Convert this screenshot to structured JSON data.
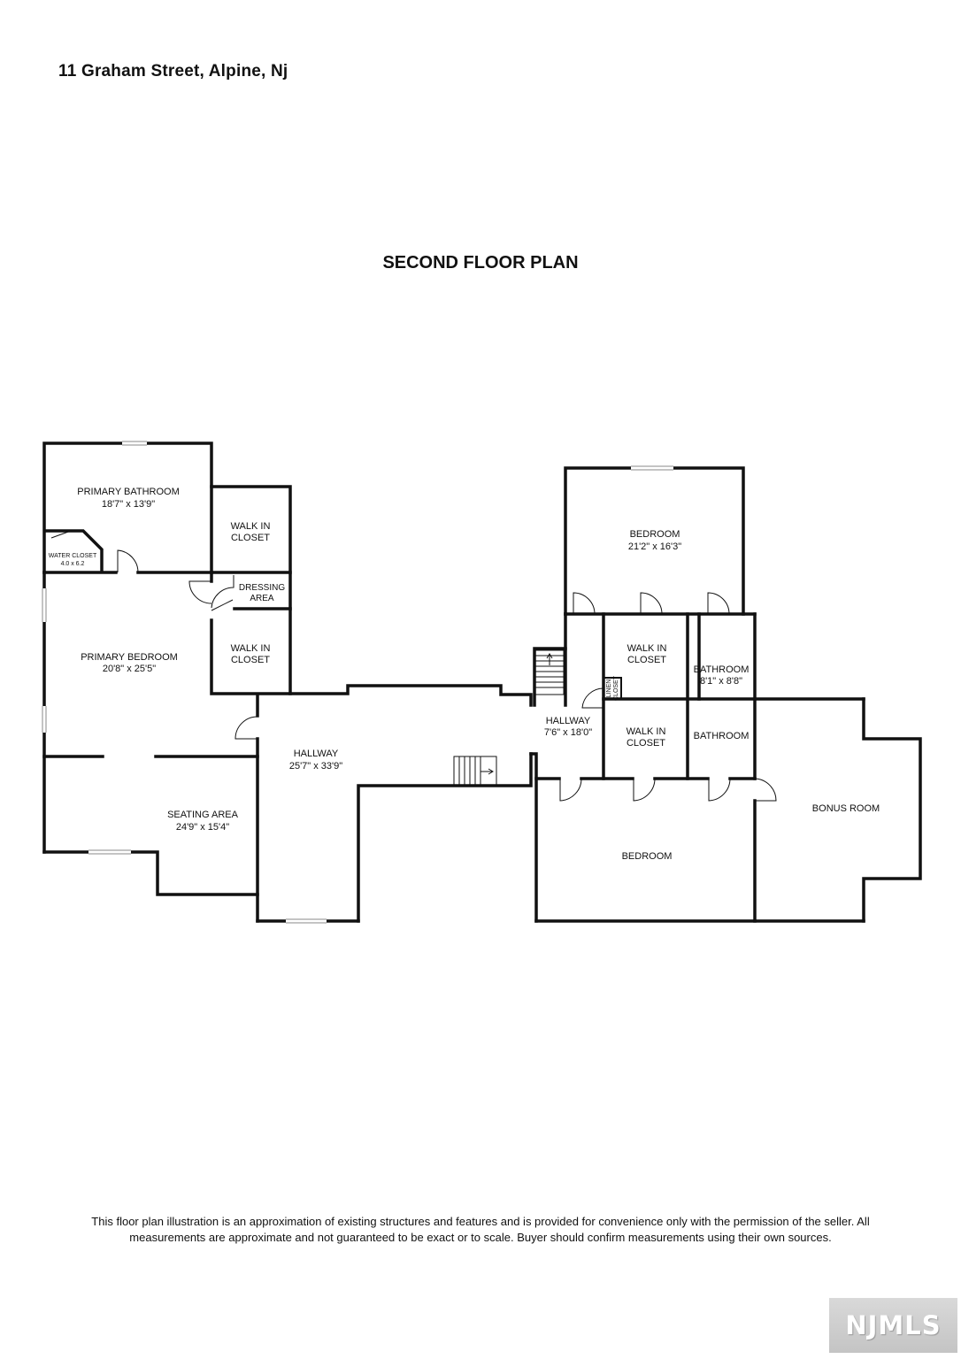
{
  "header": {
    "address": "11 Graham Street, Alpine, Nj",
    "plan_title": "SECOND FLOOR PLAN"
  },
  "rooms": {
    "primary_bathroom": {
      "name": "PRIMARY BATHROOM",
      "dims": "18'7\" x 13'9\""
    },
    "water_closet": {
      "name": "WATER CLOSET",
      "dims": "4.0 x 6.2"
    },
    "walk_in_closet_upper_left": {
      "name_line1": "WALK IN",
      "name_line2": "CLOSET"
    },
    "dressing_area": {
      "name_line1": "DRESSING",
      "name_line2": "AREA"
    },
    "walk_in_closet_lower_left": {
      "name_line1": "WALK IN",
      "name_line2": "CLOSET"
    },
    "primary_bedroom": {
      "name": "PRIMARY BEDROOM",
      "dims": "20'8\" x 25'5\""
    },
    "seating_area": {
      "name": "SEATING AREA",
      "dims": "24'9\" x 15'4\""
    },
    "hallway_main": {
      "name": "HALLWAY",
      "dims": "25'7\" x 33'9\""
    },
    "hallway_right": {
      "name": "HALLWAY",
      "dims": "7'6\" x 18'0\""
    },
    "linen_closet": {
      "name_line1": "LINEN",
      "name_line2": "CLOSET"
    },
    "bedroom_upper": {
      "name": "BEDROOM",
      "dims": "21'2\" x 16'3\""
    },
    "walk_in_closet_right_upper": {
      "name_line1": "WALK IN",
      "name_line2": "CLOSET"
    },
    "bathroom_upper": {
      "name": "BATHROOM",
      "dims": "8'1\" x 8'8\""
    },
    "walk_in_closet_right_lower": {
      "name_line1": "WALK IN",
      "name_line2": "CLOSET"
    },
    "bathroom_lower": {
      "name": "BATHROOM"
    },
    "bedroom_lower": {
      "name": "BEDROOM"
    },
    "bonus_room": {
      "name": "BONUS ROOM"
    }
  },
  "footer": {
    "disclaimer": "This floor plan illustration is an approximation of existing structures and features and is provided for convenience only with the permission of the seller. All measurements are approximate and not guaranteed to be exact or to scale. Buyer should confirm measurements using their own sources.",
    "logo_text": "NJMLS"
  }
}
